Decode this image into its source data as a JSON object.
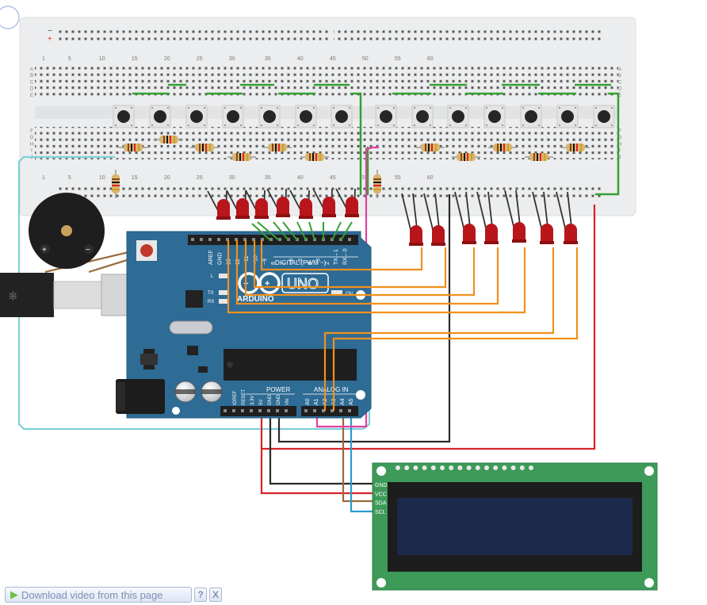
{
  "breadboard": {
    "column_numbers": [
      "1",
      "5",
      "10",
      "15",
      "20",
      "25",
      "30",
      "35",
      "40",
      "45",
      "50",
      "55",
      "60"
    ],
    "row_letters_top": [
      "A",
      "B",
      "C",
      "D",
      "E"
    ],
    "row_letters_bottom": [
      "F",
      "G",
      "H",
      "I",
      "J"
    ],
    "rail_minus": "−",
    "rail_plus": "+"
  },
  "arduino": {
    "digital_label": "DIGITAL (PWM ~)",
    "digital_pins": [
      "AREF",
      "GND",
      "13",
      "12",
      "~11",
      "~10",
      "~9",
      "8",
      "7",
      "~6",
      "~5",
      "4",
      "~3",
      "2",
      "TX→1",
      "RX←0"
    ],
    "logo_text": "UNO",
    "brand_text": "ARDUINO",
    "led_labels": [
      "L",
      "TX",
      "RX"
    ],
    "on_label": "ON",
    "power_label": "POWER",
    "power_pins": [
      "IOREF",
      "RESET",
      "3.3V",
      "5V",
      "GND",
      "GND",
      "Vin"
    ],
    "analog_label": "ANALOG IN",
    "analog_pins": [
      "A0",
      "A1",
      "A2",
      "A3",
      "A4",
      "A5"
    ]
  },
  "lcd": {
    "pins": [
      "GND",
      "VCC",
      "SDA",
      "SCL"
    ]
  },
  "download_bar": {
    "label": "Download video from this page",
    "help": "?",
    "close": "X"
  },
  "colors": {
    "breadboard": "#ecedee",
    "board_blue": "#2e6b95",
    "pcb_green": "#3d9a58",
    "wire_orange": "#f0901c",
    "wire_green": "#33a032",
    "wire_red": "#d92326",
    "wire_black": "#2b2b2b",
    "wire_brown": "#9a6a3c",
    "wire_blue": "#2a9bd0",
    "wire_pink": "#e040a0",
    "wire_cyan": "#7fd0d8",
    "led_red": "#b8161b"
  }
}
